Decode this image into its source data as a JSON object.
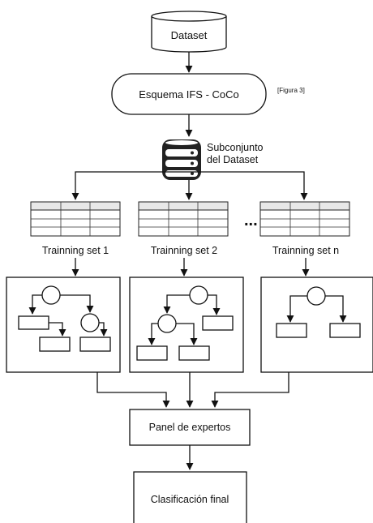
{
  "diagram": {
    "dataset_label": "Dataset",
    "esquema_label": "Esquema IFS - CoCo",
    "figura_ref": "[Figura 3]",
    "subconjunto_line1": "Subconjunto",
    "subconjunto_line2": "del Dataset",
    "ellipsis": "...",
    "training_sets": [
      "Trainning set 1",
      "Trainning set 2",
      "Trainning set n"
    ],
    "panel_label": "Panel de expertos",
    "final_label": "Clasificación final"
  },
  "colors": {
    "stroke": "#111111",
    "background": "#ffffff",
    "database_fill": "#ffffff",
    "database_dark": "#222222"
  }
}
